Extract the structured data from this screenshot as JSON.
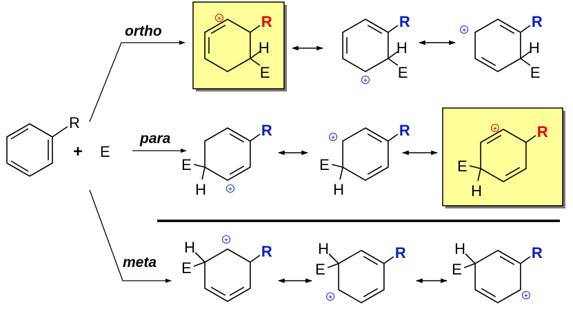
{
  "colors": {
    "substituent": "#0a1ec8",
    "highlight_substituent": "#e60000",
    "charge_plain": "#1a32d2",
    "charge_highlight": "#e60000",
    "highlight_fill": "#ffff99",
    "bond": "#000000"
  },
  "substituent_label": "R",
  "electrophile_label": "E",
  "hydrogen_label": "H",
  "plus_sign": "+",
  "charge_symbol": "+",
  "reaction_labels": {
    "ortho": "ortho",
    "para": "para",
    "meta": "meta"
  },
  "intermediates": {
    "ortho": [
      "ortho-resonance-1",
      "ortho-resonance-2",
      "ortho-resonance-3"
    ],
    "para": [
      "para-resonance-1",
      "para-resonance-2",
      "para-resonance-3"
    ],
    "meta": [
      "meta-resonance-1",
      "meta-resonance-2",
      "meta-resonance-3"
    ]
  },
  "highlighted": [
    "ortho-resonance-1",
    "para-resonance-3"
  ]
}
